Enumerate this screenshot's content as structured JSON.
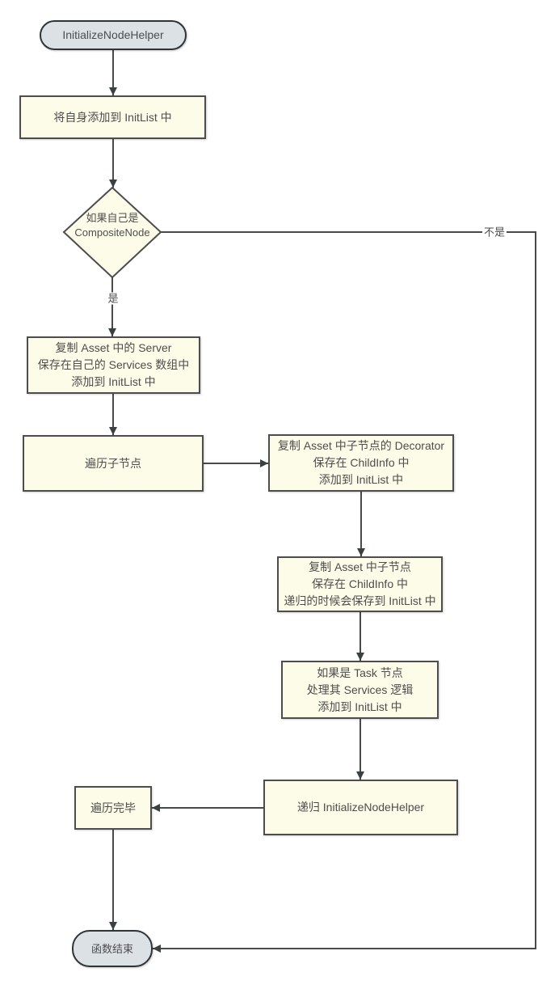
{
  "diagram": {
    "type": "flowchart",
    "colors": {
      "process_fill": "#fcfce8",
      "process_border": "#4d4d4d",
      "terminator_fill": "#dce1e5",
      "terminator_border": "#2f3437",
      "connector": "#4a4a4a",
      "arrowhead": "#3b4043",
      "text": "#4d4d4d",
      "background": "#ffffff"
    },
    "nodes": {
      "start": {
        "shape": "terminator",
        "label": "InitializeNodeHelper"
      },
      "add_self": {
        "shape": "process",
        "label": "将自身添加到 InitList 中"
      },
      "is_composite": {
        "shape": "decision",
        "lines": [
          "如果自己是",
          "CompositeNode"
        ]
      },
      "copy_server": {
        "shape": "process",
        "lines": [
          "复制 Asset 中的 Server",
          "保存在自己的 Services 数组中",
          "添加到 InitList 中"
        ]
      },
      "iterate_children": {
        "shape": "process",
        "label": "遍历子节点"
      },
      "copy_decorator": {
        "shape": "process",
        "lines": [
          "复制 Asset 中子节点的 Decorator",
          "保存在 ChildInfo 中",
          "添加到 InitList 中"
        ]
      },
      "copy_child": {
        "shape": "process",
        "lines": [
          "复制 Asset 中子节点",
          "保存在 ChildInfo 中",
          "递归的时候会保存到 InitList 中"
        ]
      },
      "task_services": {
        "shape": "process",
        "lines": [
          "如果是 Task 节点",
          "处理其 Services 逻辑",
          "添加到 InitList 中"
        ]
      },
      "recurse": {
        "shape": "process",
        "label": "递归 InitializeNodeHelper"
      },
      "iterate_done": {
        "shape": "process",
        "label": "遍历完毕"
      },
      "end": {
        "shape": "terminator",
        "label": "函数结束"
      }
    },
    "edge_labels": {
      "yes": "是",
      "no": "不是"
    }
  }
}
